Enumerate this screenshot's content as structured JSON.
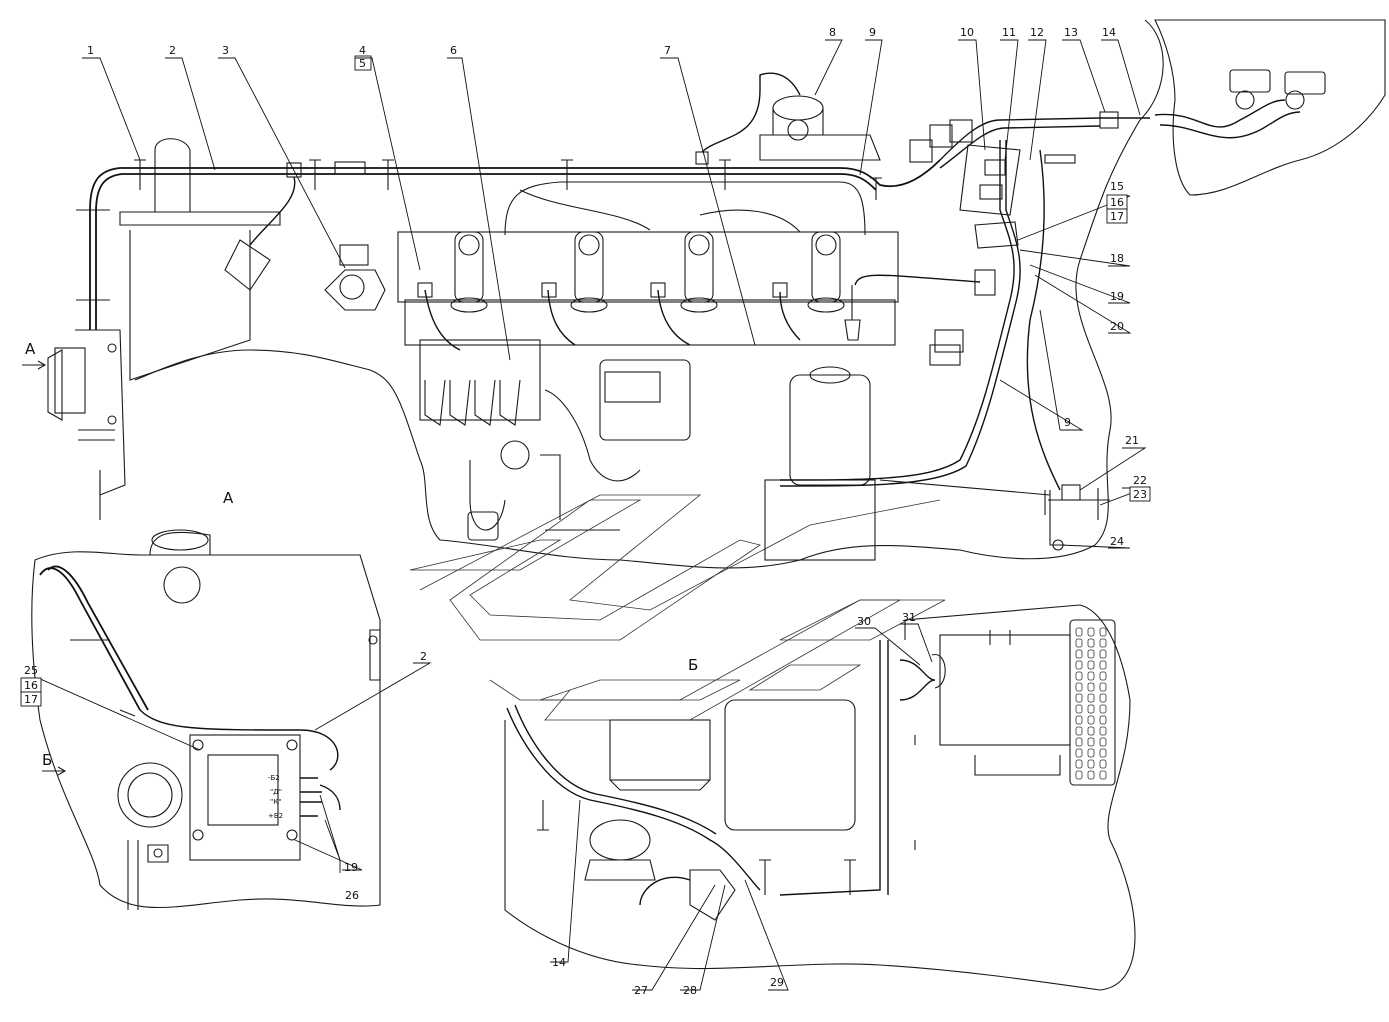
{
  "callouts": {
    "c1": "1",
    "c2": "2",
    "c3": "3",
    "c4": "4",
    "c5": "5",
    "c6": "6",
    "c7": "7",
    "c8": "8",
    "c9": "9",
    "c10": "10",
    "c11": "11",
    "c12": "12",
    "c13": "13",
    "c14": "14",
    "c15": "15",
    "c16": "16",
    "c17": "17",
    "c18": "18",
    "c19": "19",
    "c20": "20",
    "c21": "21",
    "c22": "22",
    "c23": "23",
    "c24": "24",
    "c25": "25",
    "c26": "26",
    "c27": "27",
    "c28": "28",
    "c29": "29",
    "c30": "30",
    "c31": "31"
  },
  "views": {
    "a_arrow": "А",
    "a_title": "А",
    "b_arrow": "Б",
    "b_title": "Б"
  },
  "terminals": {
    "t1": "-Б2",
    "t2": "\"Д\"",
    "t3": "\"К\"",
    "t4": "+Б2"
  }
}
